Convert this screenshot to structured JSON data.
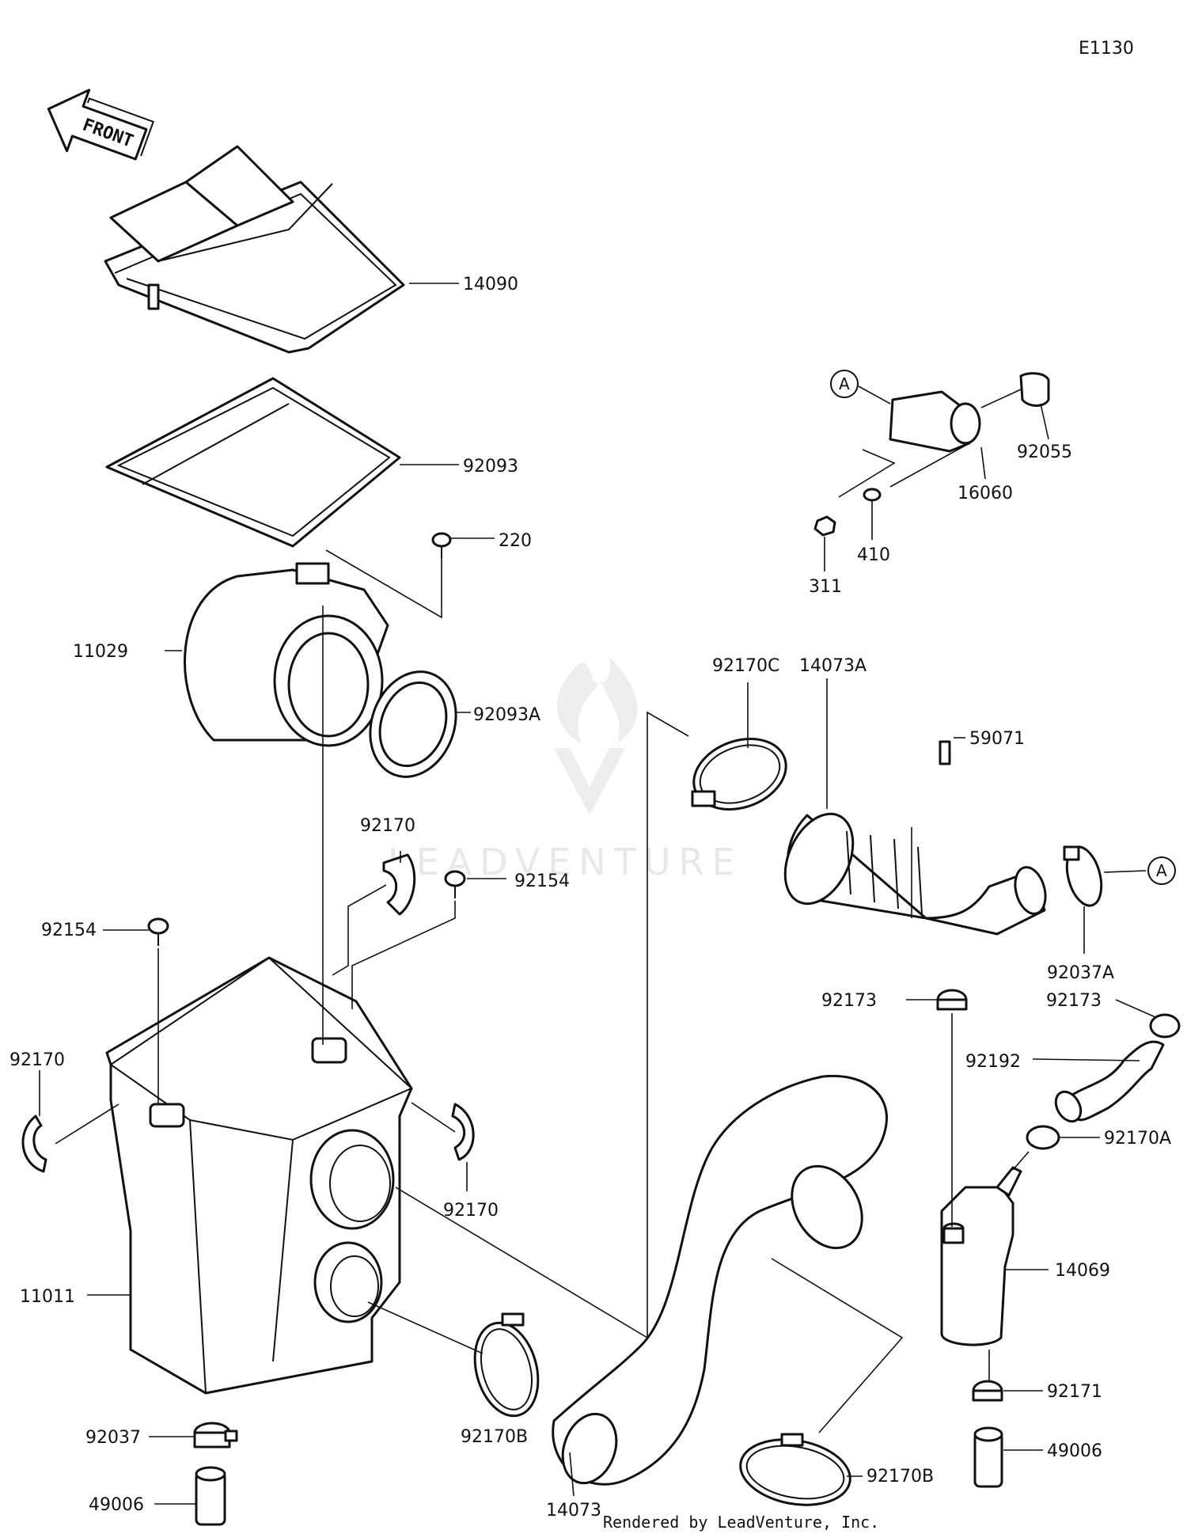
{
  "diagram_code": "E1130",
  "front_arrow_label": "FRONT",
  "footer": "Rendered by LeadVenture, Inc.",
  "watermark": "LEADVENTURE",
  "ref_marks": [
    "A",
    "A"
  ],
  "parts": [
    {
      "key": "p14090",
      "number": "14090"
    },
    {
      "key": "p92093",
      "number": "92093"
    },
    {
      "key": "p220",
      "number": "220"
    },
    {
      "key": "p11029",
      "number": "11029"
    },
    {
      "key": "p92093A",
      "number": "92093A"
    },
    {
      "key": "p92170_a",
      "number": "92170"
    },
    {
      "key": "p92154_a",
      "number": "92154"
    },
    {
      "key": "p92154_b",
      "number": "92154"
    },
    {
      "key": "p92170_b",
      "number": "92170"
    },
    {
      "key": "p92170_c",
      "number": "92170"
    },
    {
      "key": "p11011",
      "number": "11011"
    },
    {
      "key": "p92037",
      "number": "92037"
    },
    {
      "key": "p49006_a",
      "number": "49006"
    },
    {
      "key": "p92170B_a",
      "number": "92170B"
    },
    {
      "key": "p14073",
      "number": "14073"
    },
    {
      "key": "p92170B_b",
      "number": "92170B"
    },
    {
      "key": "p92170C",
      "number": "92170C"
    },
    {
      "key": "p14073A",
      "number": "14073A"
    },
    {
      "key": "p59071",
      "number": "59071"
    },
    {
      "key": "p92037A",
      "number": "92037A"
    },
    {
      "key": "p92173_a",
      "number": "92173"
    },
    {
      "key": "p92173_b",
      "number": "92173"
    },
    {
      "key": "p92192",
      "number": "92192"
    },
    {
      "key": "p92170A",
      "number": "92170A"
    },
    {
      "key": "p14069",
      "number": "14069"
    },
    {
      "key": "p92171",
      "number": "92171"
    },
    {
      "key": "p49006_b",
      "number": "49006"
    },
    {
      "key": "p92055",
      "number": "92055"
    },
    {
      "key": "p16060",
      "number": "16060"
    },
    {
      "key": "p410",
      "number": "410"
    },
    {
      "key": "p311",
      "number": "311"
    }
  ]
}
